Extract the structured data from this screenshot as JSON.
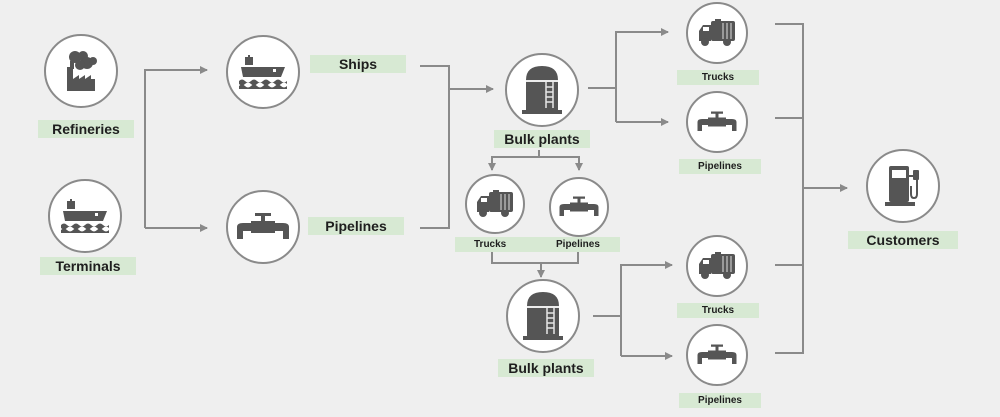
{
  "diagram": {
    "type": "flow",
    "colors": {
      "background": "#efefef",
      "label_band": "#d7e9d3",
      "connector": "#8a8a8a",
      "icon": "#555555",
      "circle_fill": "#ffffff"
    },
    "nodes": {
      "refineries": {
        "label": "Refineries",
        "icon": "factory-icon"
      },
      "terminals": {
        "label": "Terminals",
        "icon": "ship-icon"
      },
      "ships": {
        "label": "Ships",
        "icon": "ship-icon"
      },
      "pipelines_primary": {
        "label": "Pipelines",
        "icon": "pipeline-valve-icon"
      },
      "bulk_plants_1": {
        "label": "Bulk plants",
        "icon": "storage-tank-icon"
      },
      "trucks_mid": {
        "label": "Trucks",
        "icon": "tanker-truck-icon"
      },
      "pipelines_mid": {
        "label": "Pipelines",
        "icon": "pipeline-valve-icon"
      },
      "bulk_plants_2": {
        "label": "Bulk plants",
        "icon": "storage-tank-icon"
      },
      "trucks_top": {
        "label": "Trucks",
        "icon": "tanker-truck-icon"
      },
      "pipelines_top": {
        "label": "Pipelines",
        "icon": "pipeline-valve-icon"
      },
      "trucks_bottom": {
        "label": "Trucks",
        "icon": "tanker-truck-icon"
      },
      "pipelines_bottom": {
        "label": "Pipelines",
        "icon": "pipeline-valve-icon"
      },
      "customers": {
        "label": "Customers",
        "icon": "fuel-pump-icon"
      }
    },
    "edges": [
      {
        "from": [
          "refineries",
          "terminals"
        ],
        "to": "ships"
      },
      {
        "from": [
          "refineries",
          "terminals"
        ],
        "to": "pipelines_primary"
      },
      {
        "from": [
          "ships",
          "pipelines_primary"
        ],
        "to": "bulk_plants_1"
      },
      {
        "from": "bulk_plants_1",
        "to": "trucks_top"
      },
      {
        "from": "bulk_plants_1",
        "to": "pipelines_top"
      },
      {
        "from": "bulk_plants_1",
        "to": "trucks_mid"
      },
      {
        "from": "bulk_plants_1",
        "to": "pipelines_mid"
      },
      {
        "from": [
          "trucks_mid",
          "pipelines_mid"
        ],
        "to": "bulk_plants_2"
      },
      {
        "from": "bulk_plants_2",
        "to": "trucks_bottom"
      },
      {
        "from": "bulk_plants_2",
        "to": "pipelines_bottom"
      },
      {
        "from": [
          "trucks_top",
          "pipelines_top",
          "trucks_bottom",
          "pipelines_bottom"
        ],
        "to": "customers"
      }
    ]
  }
}
